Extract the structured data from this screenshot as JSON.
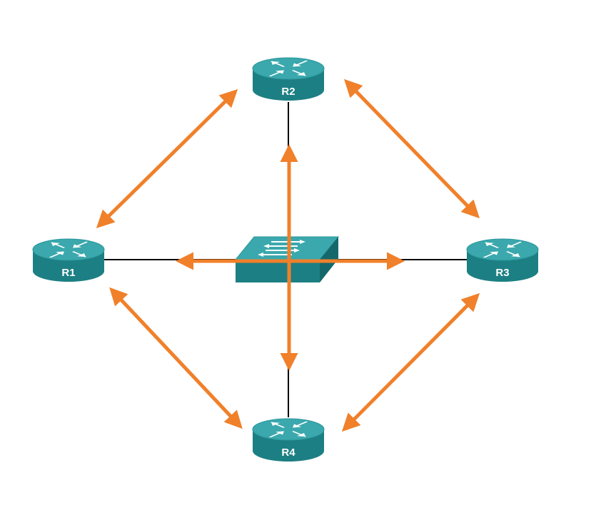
{
  "diagram": {
    "colors": {
      "device_body": "#1c7f83",
      "device_top": "#3aa8ad",
      "device_top_edge": "#2b979c",
      "arrow": "#f0802a",
      "link": "#000000",
      "icon": "#ffffff"
    },
    "routers": [
      {
        "id": "r1",
        "label": "R1"
      },
      {
        "id": "r2",
        "label": "R2"
      },
      {
        "id": "r3",
        "label": "R3"
      },
      {
        "id": "r4",
        "label": "R4"
      }
    ],
    "switch": {
      "id": "sw1",
      "icon": "switch-icon"
    },
    "links": [
      {
        "from": "r1",
        "to": "sw1"
      },
      {
        "from": "r2",
        "to": "sw1"
      },
      {
        "from": "r3",
        "to": "sw1"
      },
      {
        "from": "r4",
        "to": "sw1"
      }
    ],
    "flows": [
      {
        "between": [
          "r1",
          "r2"
        ],
        "direction": "bidirectional"
      },
      {
        "between": [
          "r2",
          "r3"
        ],
        "direction": "bidirectional"
      },
      {
        "between": [
          "r3",
          "r4"
        ],
        "direction": "bidirectional"
      },
      {
        "between": [
          "r4",
          "r1"
        ],
        "direction": "bidirectional"
      },
      {
        "between": [
          "r1",
          "r3"
        ],
        "direction": "bidirectional"
      },
      {
        "between": [
          "r2",
          "r4"
        ],
        "direction": "bidirectional"
      }
    ]
  }
}
